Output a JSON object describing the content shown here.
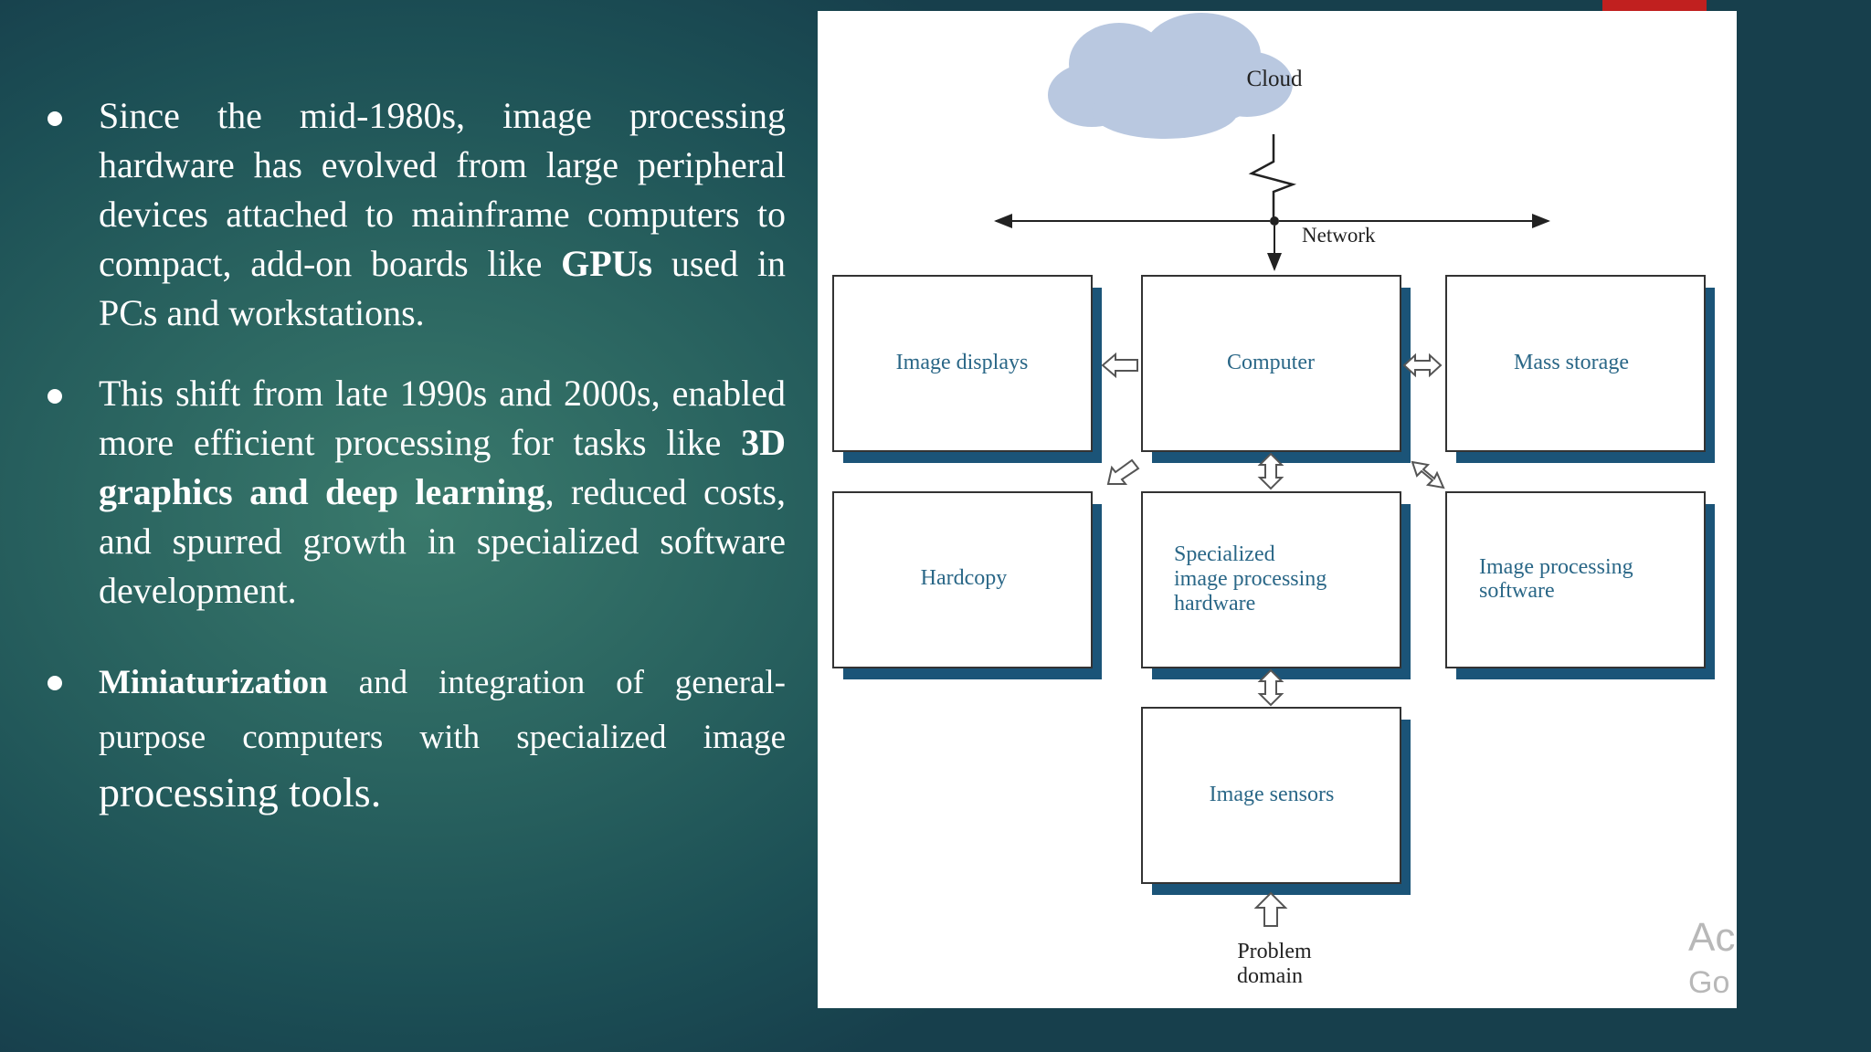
{
  "bullets": {
    "b1": {
      "text_before": "Since the mid-1980s, image processing hardware has evolved from large peripheral devices attached to mainframe computers to compact, add-on boards like ",
      "bold": "GPUs",
      "text_after": " used in PCs and workstations."
    },
    "b2": {
      "text_before": "This shift from late 1990s and 2000s, enabled more efficient processing for tasks like ",
      "bold": "3D graphics and deep learning",
      "text_after": ", reduced costs, and spurred growth in specialized software development."
    },
    "b3": {
      "bold": "Miniaturization",
      "text_after": " and integration of general-purpose computers with specialized image",
      "text_last": "processing tools."
    }
  },
  "diagram": {
    "cloud": "Cloud",
    "network": "Network",
    "boxes": {
      "image_displays": "Image displays",
      "computer": "Computer",
      "mass_storage": "Mass storage",
      "hardcopy": "Hardcopy",
      "specialized_hw": [
        "Specialized",
        "image processing",
        "hardware"
      ],
      "ip_software": [
        "Image processing",
        "software"
      ],
      "image_sensors": "Image sensors"
    },
    "problem_domain": [
      "Problem",
      "domain"
    ]
  },
  "watermark": {
    "line1": "Ac",
    "line2": "Go"
  },
  "colors": {
    "box_shadow": "#1b5478",
    "box_text": "#2a6787",
    "cloud": "#b9c8e0",
    "accent_red": "#c1201f"
  }
}
